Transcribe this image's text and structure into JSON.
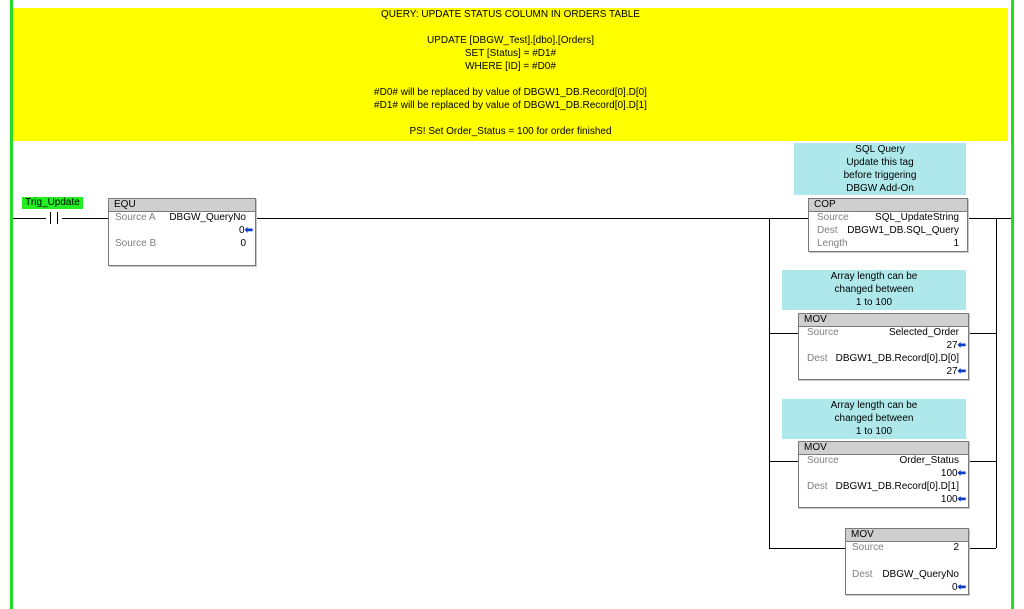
{
  "comment": {
    "lines": [
      "QUERY: UPDATE STATUS COLUMN IN ORDERS TABLE",
      "",
      "UPDATE [DBGW_Test].[dbo].[Orders]",
      "SET [Status] = #D1#",
      "WHERE [ID] = #D0#",
      "",
      "#D0# will be replaced by value of DBGW1_DB.Record[0].D[0]",
      "#D1# will be replaced by value of DBGW1_DB.Record[0].D[1]",
      "",
      "PS! Set Order_Status = 100 for order finished"
    ]
  },
  "contact": {
    "tag": "Trig_Update",
    "symbol": "] ["
  },
  "equ": {
    "title": "EQU",
    "source_a_label": "Source A",
    "source_a_tag": "DBGW_QueryNo",
    "source_a_value": "0",
    "source_b_label": "Source B",
    "source_b_value": "0"
  },
  "note_cop": [
    "SQL Query",
    "Update this tag",
    "before triggering",
    "DBGW Add-On"
  ],
  "cop": {
    "title": "COP",
    "source_label": "Source",
    "source_value": "SQL_UpdateString",
    "dest_label": "Dest",
    "dest_value": "DBGW1_DB.SQL_Query",
    "length_label": "Length",
    "length_value": "1"
  },
  "note_mov1": [
    "Array length can be",
    "changed between",
    "1 to 100"
  ],
  "mov1": {
    "title": "MOV",
    "source_label": "Source",
    "source_tag": "Selected_Order",
    "source_value": "27",
    "dest_label": "Dest",
    "dest_tag": "DBGW1_DB.Record[0].D[0]",
    "dest_value": "27"
  },
  "note_mov2": [
    "Array length can be",
    "changed between",
    "1 to 100"
  ],
  "mov2": {
    "title": "MOV",
    "source_label": "Source",
    "source_tag": "Order_Status",
    "source_value": "100",
    "dest_label": "Dest",
    "dest_tag": "DBGW1_DB.Record[0].D[1]",
    "dest_value": "100"
  },
  "mov3": {
    "title": "MOV",
    "source_label": "Source",
    "source_value": "2",
    "dest_label": "Dest",
    "dest_tag": "DBGW_QueryNo",
    "dest_value": "0"
  },
  "arrow_glyph": "⬅",
  "colors": {
    "rail": "#22dd22",
    "comment_bg": "#ffff00",
    "note_bg": "#aee8ea",
    "tag_bg": "#22ee22",
    "arrow": "#0b3cc8"
  }
}
